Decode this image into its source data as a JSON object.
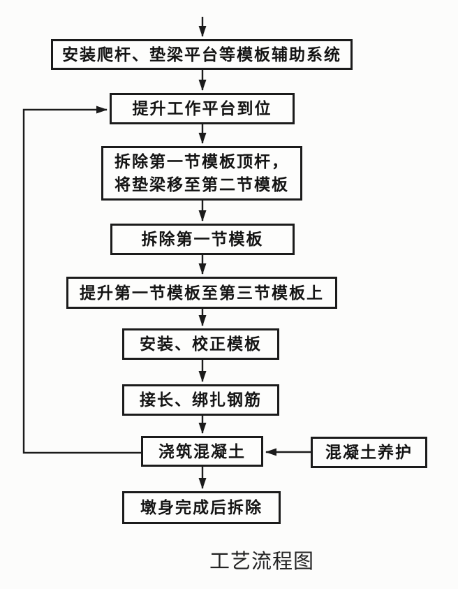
{
  "caption": "工艺流程图",
  "colors": {
    "ink": "#1b1b1b",
    "paper": "#fcfcfb"
  },
  "nodes": [
    {
      "name": "install-aux-system",
      "label": "安装爬杆、垫梁平台等模板辅助系统"
    },
    {
      "name": "lift-work-platform",
      "label": "提升工作平台到位"
    },
    {
      "name": "remove-first-section-top-rod",
      "label": "拆除第一节模板顶杆，\n将垫梁移至第二节模板"
    },
    {
      "name": "remove-first-section-form",
      "label": "拆除第一节模板"
    },
    {
      "name": "lift-first-section-form",
      "label": "提升第一节模板至第三节模板上"
    },
    {
      "name": "install-adjust-form",
      "label": "安装、校正模板"
    },
    {
      "name": "extend-tie-rebar",
      "label": "接长、绑扎钢筋"
    },
    {
      "name": "pour-concrete",
      "label": "浇筑混凝土"
    },
    {
      "name": "concrete-curing",
      "label": "混凝土养护"
    },
    {
      "name": "remove-after-pier-complete",
      "label": "墩身完成后拆除"
    }
  ]
}
